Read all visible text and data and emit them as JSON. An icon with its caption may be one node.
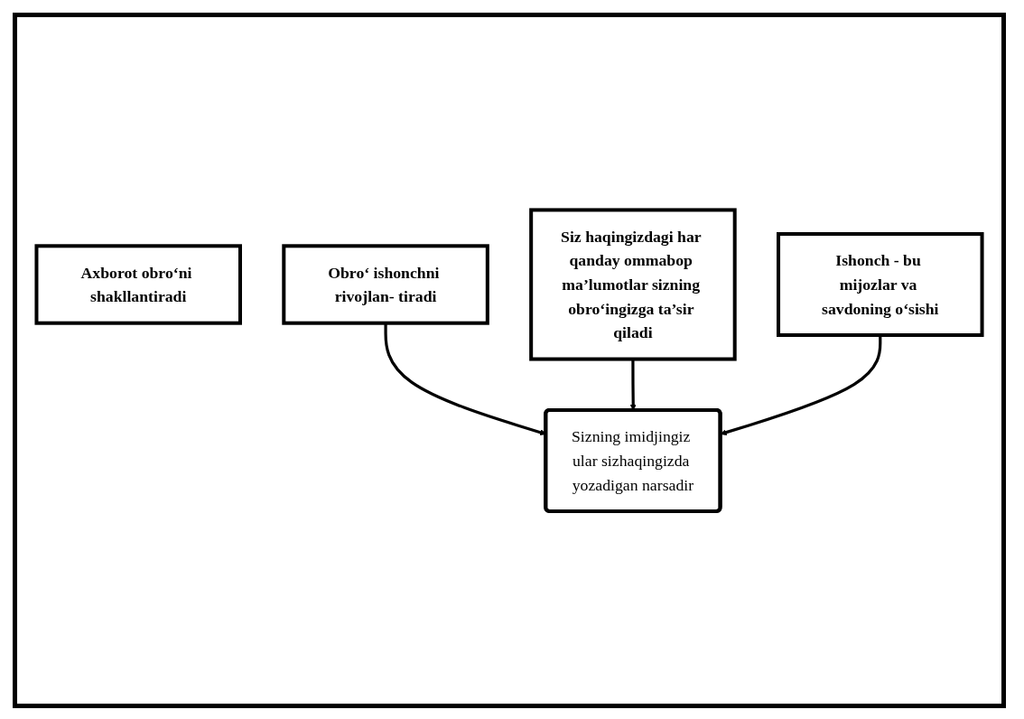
{
  "diagram": {
    "nodes": [
      {
        "text": [
          "Axborot obro‘ni shakllantiradi"
        ]
      },
      {
        "text": [
          "Obro‘ ishonchni rivojlan- tiradi"
        ]
      },
      {
        "text": [
          "Siz haqingizdagi har qanday ommabop ma’lumotlar sizning obro‘ingizga ta’sir qiladi"
        ]
      },
      {
        "text": [
          "Sizning imidjingiz ular sizhaqingizda yozadigan narsadir"
        ]
      },
      {
        "text": [
          "Ishonch - bu mijozlar va savdoning o‘sishi"
        ]
      }
    ],
    "edges": [
      {
        "from": 1,
        "to": 3,
        "arrow": "to"
      },
      {
        "from": 2,
        "to": 3,
        "arrow": "to"
      },
      {
        "from": 4,
        "to": 3,
        "arrow": "to"
      }
    ]
  }
}
